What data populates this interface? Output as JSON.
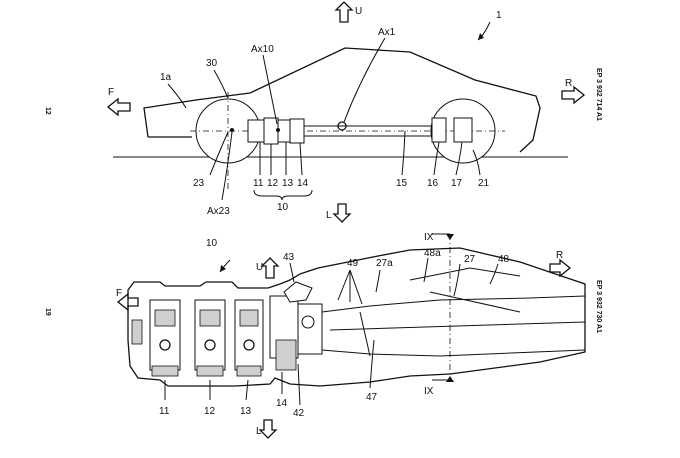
{
  "figure_top": {
    "ref_main": "1",
    "labels": {
      "U": "U",
      "F": "F",
      "R": "R",
      "L": "L",
      "n1a": "1a",
      "n30": "30",
      "Ax10": "Ax10",
      "Ax1": "Ax1",
      "n23": "23",
      "Ax23": "Ax23",
      "n11": "11",
      "n12": "12",
      "n13": "13",
      "n14": "14",
      "n10": "10",
      "n15": "15",
      "n16": "16",
      "n17": "17",
      "n21": "21"
    },
    "page_number": "12",
    "side_ref": "EP 3 932 714 A1"
  },
  "figure_bottom": {
    "labels": {
      "n10": "10",
      "U": "U",
      "F": "F",
      "L": "L",
      "R": "R",
      "n43": "43",
      "n49": "49",
      "n27a": "27a",
      "IX_top": "IX",
      "n48a": "48a",
      "n27": "27",
      "n48": "48",
      "IX_bottom": "IX",
      "n11": "11",
      "n12": "12",
      "n13": "13",
      "n14": "14",
      "n42": "42",
      "n47": "47"
    },
    "page_number": "19",
    "side_ref": "EP 3 932 730 A1"
  }
}
